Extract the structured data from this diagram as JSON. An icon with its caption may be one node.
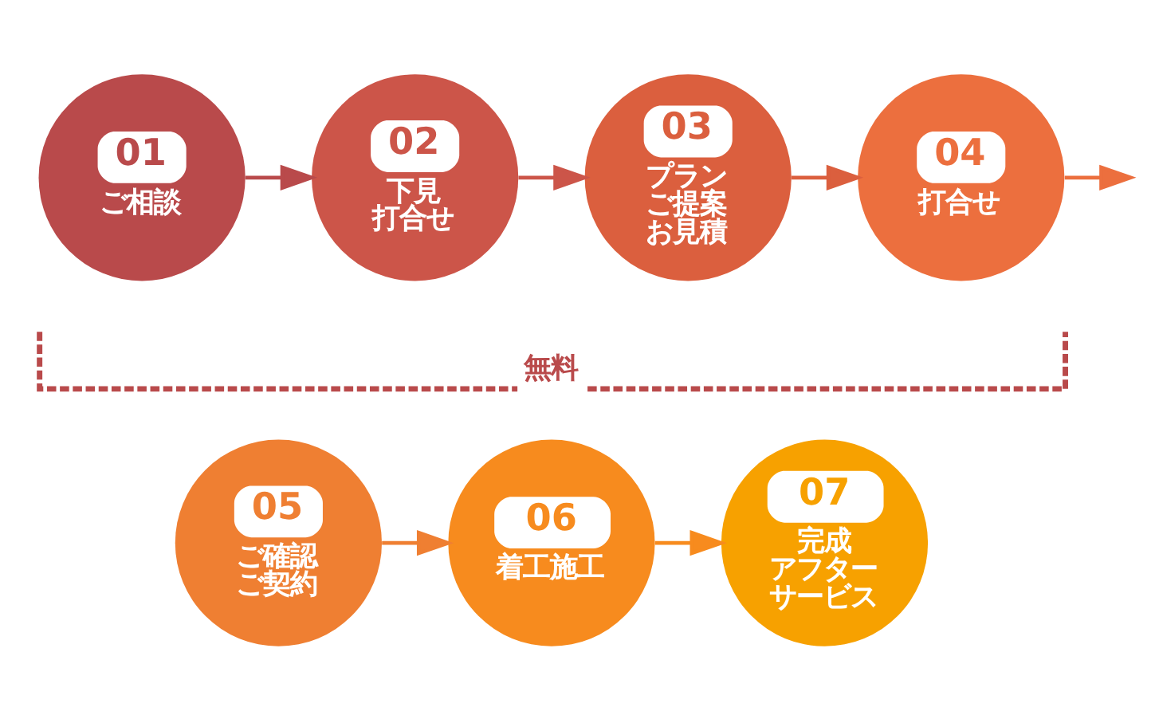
{
  "diagram": {
    "nodes": [
      {
        "text": [
          "01",
          "ご相談"
        ]
      },
      {
        "text": [
          "02",
          "下見打合せ"
        ]
      },
      {
        "text": [
          "03",
          "プランご提案お見積"
        ]
      },
      {
        "text": [
          "04",
          "打合せ"
        ]
      },
      {
        "text": [
          "05",
          "ご確認ご契約"
        ]
      },
      {
        "text": [
          "06",
          "着工施工"
        ]
      },
      {
        "text": [
          "07",
          "完成アフターサービス"
        ]
      }
    ],
    "edges": [
      {
        "from": 0,
        "to": 1,
        "arrow": "to"
      },
      {
        "from": 1,
        "to": 2,
        "arrow": "to"
      },
      {
        "from": 2,
        "to": 3,
        "arrow": "to"
      },
      {
        "from": 3,
        "to": null,
        "arrow": "to"
      },
      {
        "from": 4,
        "to": 5,
        "arrow": "to"
      },
      {
        "from": 5,
        "to": 6,
        "arrow": "to"
      }
    ],
    "labels": [
      "無料"
    ]
  }
}
